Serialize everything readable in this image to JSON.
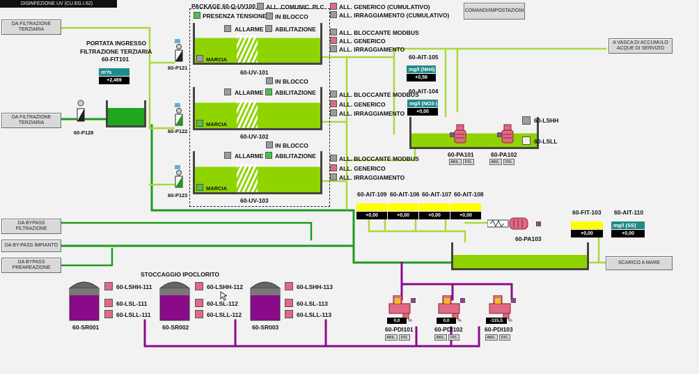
{
  "window": {
    "title": "DISINFEZIONE UV (CU.EG.I.62)"
  },
  "buttons": {
    "settings": "COMANDI/IMPOSTAZIONI",
    "da_filtrazione_1": "DA FILTRAZIONE TERZIARIA",
    "da_filtrazione_2": "DA FILTRAZIONE TERZIARIA",
    "da_bypass_filtrazione": "DA BYPASS FILTRAZIONE",
    "da_bypass_impianto": "DA BY-PASS IMPIANTO",
    "da_bypass_preareazione": "DA BYPASS PREAREAZIONE",
    "vasca_accumulo": "A VASCA DI ACCUMULO ACQUE DI SERVIZIO",
    "scarico_mare": "SCARICO A MARE"
  },
  "inlet": {
    "title_line1": "PORTATA INGRESSO",
    "title_line2": "FILTRAZIONE TERZIARIA",
    "tag": "60-FIT101",
    "unit": "m³/s",
    "value": "+2,469",
    "pump": "60-P128"
  },
  "package": {
    "title": "PACKAGE 60-Q-UV100",
    "comunic": "ALL. COMUNIC. PLC",
    "gen_cum": "ALL. GENERICO (CUMULATIVO)",
    "irr_cum": "ALL. IRRAGGIAMENTO (CUMULATIVO)",
    "presenza": "PRESENZA TENSIONE"
  },
  "uv_units": [
    {
      "tag": "60-UV-101",
      "pump": "60-P121",
      "in_blocco": "IN BLOCCO",
      "allarme": "ALLARME",
      "abilitazione": "ABILITAZIONE",
      "marcia": "MARCIA",
      "al1": "ALL. BLOCCANTE MODBUS",
      "al2": "ALL. GENERICO",
      "al3": "ALL. IRRAGGIAMENTO"
    },
    {
      "tag": "60-UV-102",
      "pump": "60-P122",
      "in_blocco": "IN BLOCCO",
      "allarme": "ALLARME",
      "abilitazione": "ABILITAZIONE",
      "marcia": "MARCIA",
      "al1": "ALL. BLOCCANTE MODBUS",
      "al2": "ALL. GENERICO",
      "al3": "ALL. IRRAGGIAMENTO"
    },
    {
      "tag": "60-UV-103",
      "pump": "60-P123",
      "in_blocco": "IN BLOCCO",
      "allarme": "ALLARME",
      "abilitazione": "ABILITAZIONE",
      "marcia": "MARCIA",
      "al1": "ALL. BLOCCANTE MODBUS",
      "al2": "ALL. GENERICO",
      "al3": "ALL. IRRAGGIAMENTO"
    }
  ],
  "service_tank": {
    "ait105": {
      "tag": "60-AIT-105",
      "unit": "mg/l (NH4)",
      "value": "+0,58"
    },
    "ait104": {
      "tag": "60-AIT-104",
      "unit": "mg/l (NO3-)",
      "value": "+0,00"
    },
    "pa101": "60-PA101",
    "pa102": "60-PA102",
    "lshh": "60-LSHH",
    "lsll": "60-LSLL",
    "abil": "ABIL.",
    "dis": "DIS."
  },
  "outlet": {
    "analyzers": [
      {
        "tag": "60-AIT-109",
        "value": "+0,00"
      },
      {
        "tag": "60-AIT-106",
        "value": "+0,00"
      },
      {
        "tag": "60-AIT-107",
        "value": "+0,00"
      },
      {
        "tag": "60-AIT-108",
        "value": "+0,00"
      }
    ],
    "fit103": {
      "tag": "60-FIT-103",
      "value": "+0,00"
    },
    "ait110": {
      "tag": "60-AIT-110",
      "unit": "mg/l (SS)",
      "value": "+0,00"
    },
    "pa103": "60-PA103"
  },
  "storage": {
    "title": "STOCCAGGIO IPOCLORITO",
    "tanks": [
      {
        "tag": "60-SR001",
        "lshh": "60-LSHH-111",
        "lsl": "60-LSL-111",
        "lsll": "60-LSLL-111"
      },
      {
        "tag": "60-SR002",
        "lshh": "60-LSHH-112",
        "lsl": "60-LSL-112",
        "lsll": "60-LSLL-112"
      },
      {
        "tag": "60-SR003",
        "lshh": "60-LSHH-113",
        "lsl": "60-LSL-113",
        "lsll": "60-LSLL-113"
      }
    ]
  },
  "dosing": [
    {
      "tag": "60-PDI101",
      "value": "0,0",
      "unit": "%",
      "abil": "ABIL.",
      "dis": "DIS."
    },
    {
      "tag": "60-PDI102",
      "value": "0,0",
      "unit": "%",
      "abil": "ABIL.",
      "dis": "DIS."
    },
    {
      "tag": "60-PDI103",
      "value": "-115,5",
      "unit": "%",
      "abil": "ABIL.",
      "dis": "DIS."
    }
  ],
  "colors": {
    "water": "#8fd400",
    "pipe_light": "#a8d93a",
    "pipe_dark": "#1e9a1e",
    "hypochlorite": "#8a0a8a",
    "alarm": "#e06a86",
    "ok": "#4cc24c"
  }
}
